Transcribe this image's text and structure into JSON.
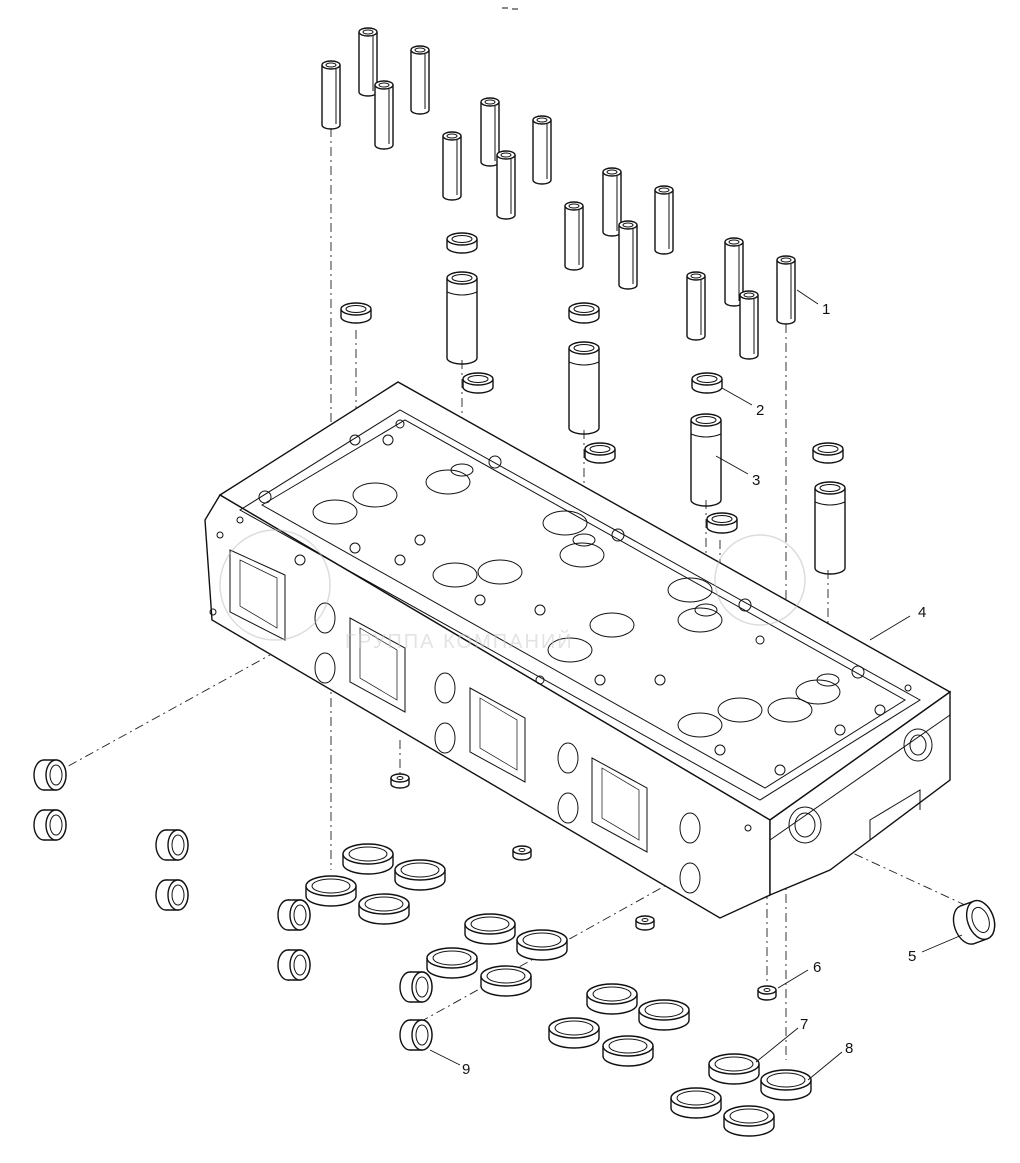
{
  "watermark": {
    "text": "ГРУППА КОМПАНИЙ"
  },
  "callouts": [
    {
      "id": "1",
      "label": "1"
    },
    {
      "id": "2",
      "label": "2"
    },
    {
      "id": "3",
      "label": "3"
    },
    {
      "id": "4",
      "label": "4"
    },
    {
      "id": "5",
      "label": "5"
    },
    {
      "id": "6",
      "label": "6"
    },
    {
      "id": "7",
      "label": "7"
    },
    {
      "id": "8",
      "label": "8"
    },
    {
      "id": "9",
      "label": "9"
    }
  ],
  "colors": {
    "line": "#111111",
    "watermark": "#c8c8c8",
    "background": "#ffffff"
  }
}
